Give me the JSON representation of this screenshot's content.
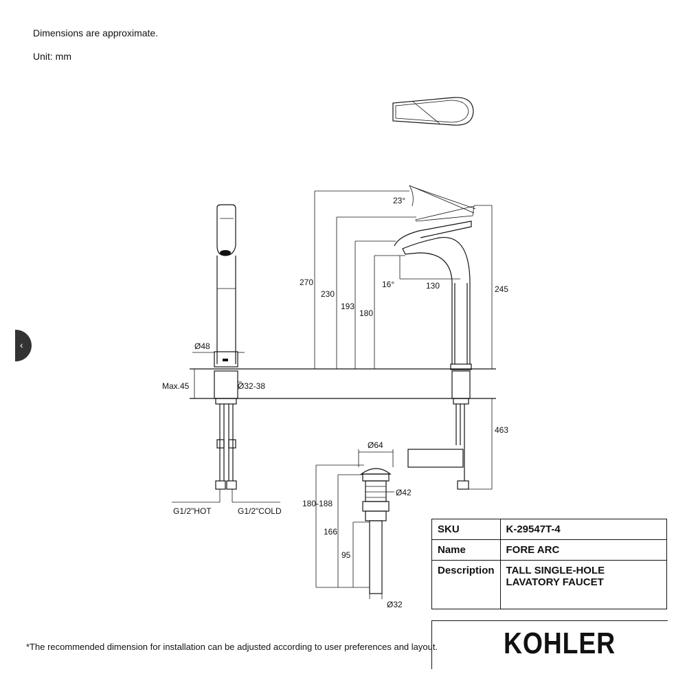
{
  "notes": {
    "approx": "Dimensions are approximate.",
    "unit": "Unit: mm",
    "footnote": "*The recommended dimension for installation can be adjusted according to user preferences and layout."
  },
  "dimensions": {
    "d48": "Ø48",
    "max45": "Max.45",
    "d32_38": "Ø32-38",
    "hot": "G1/2\"HOT",
    "cold": "G1/2\"COLD",
    "h270": "270",
    "h230": "230",
    "h193": "193",
    "h180": "180",
    "a23": "23°",
    "a16": "16°",
    "r130": "130",
    "h245": "245",
    "h463": "463",
    "d64": "Ø64",
    "d42": "Ø42",
    "h180_188": "180-188",
    "h166": "166",
    "h95": "95",
    "d32": "Ø32"
  },
  "spec": {
    "sku_label": "SKU",
    "sku_value": "K-29547T-4",
    "name_label": "Name",
    "name_value": "FORE ARC",
    "desc_label": "Description",
    "desc_value_1": "TALL SINGLE-HOLE",
    "desc_value_2": "LAVATORY FAUCET"
  },
  "brand": {
    "logo": "KOHLER"
  },
  "side_tab": {
    "icon": "chevron-left-icon",
    "glyph": "‹"
  }
}
